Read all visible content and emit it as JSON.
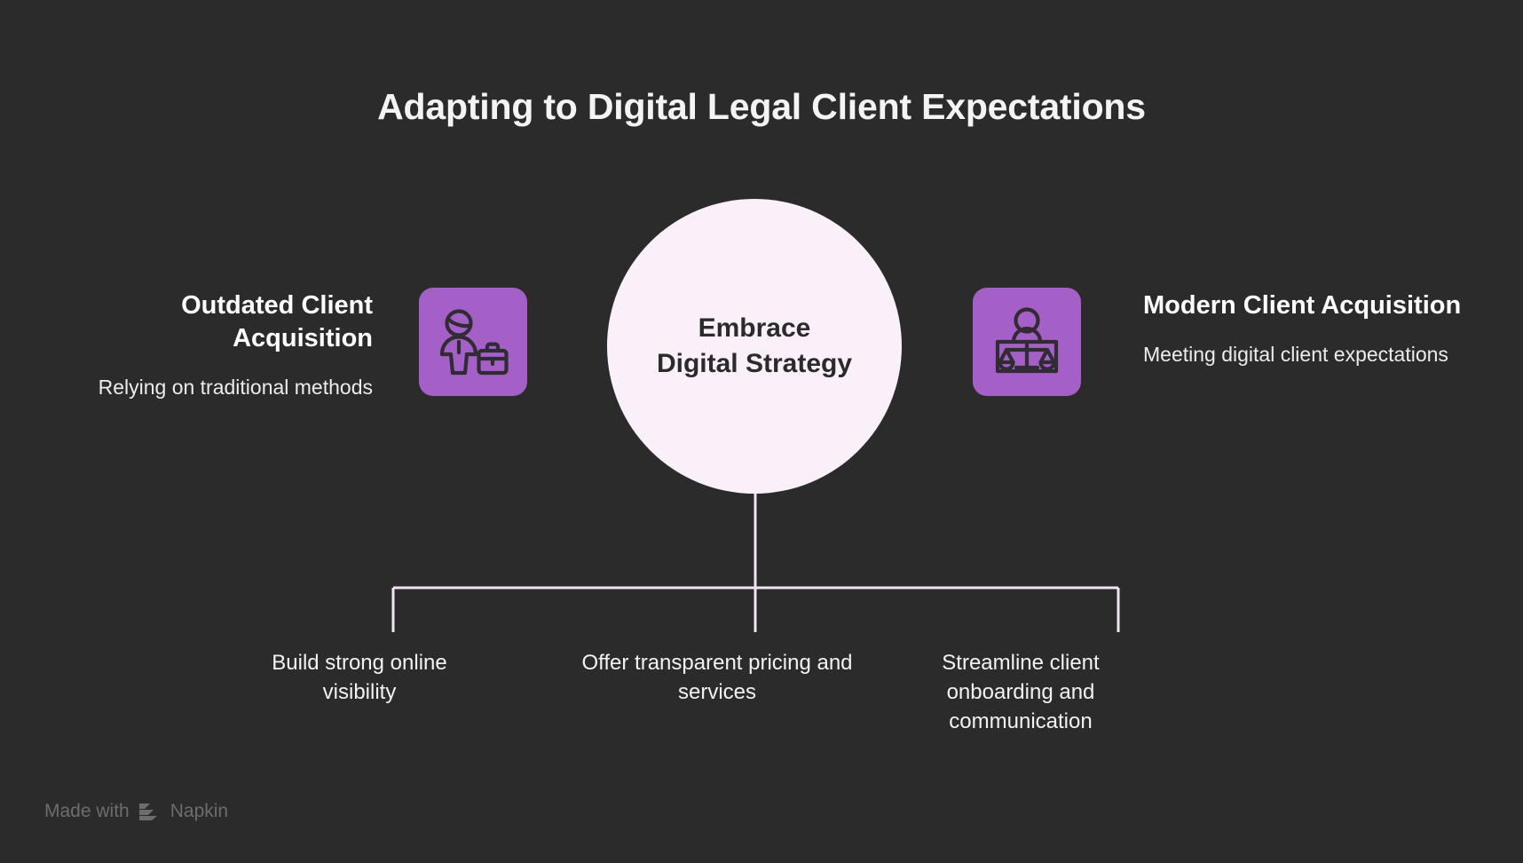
{
  "title": "Adapting to Digital Legal Client Expectations",
  "center": {
    "label_line1": "Embrace",
    "label_line2": "Digital Strategy",
    "bg_color": "#faf0fa",
    "text_color": "#2b2b2b"
  },
  "left": {
    "heading": "Outdated Client Acquisition",
    "description": "Relying on traditional methods",
    "icon": "person-with-briefcase-icon"
  },
  "right": {
    "heading": "Modern Client Acquisition",
    "description": "Meeting digital client expectations",
    "icon": "judge-scales-of-justice-icon"
  },
  "leaves": [
    {
      "text": "Build strong online visibility"
    },
    {
      "text": "Offer transparent pricing and services"
    },
    {
      "text": "Streamline client onboarding and communication"
    }
  ],
  "footer": {
    "made_with": "Made with",
    "brand": "Napkin",
    "logo": "napkin-chevron-logo"
  },
  "colors": {
    "background": "#2b2b2b",
    "accent_purple": "#a560c8",
    "connector": "#f0e4f2",
    "title_text": "#f4f4f4",
    "body_text": "#ececec",
    "footer_text": "#6d6d6d"
  }
}
